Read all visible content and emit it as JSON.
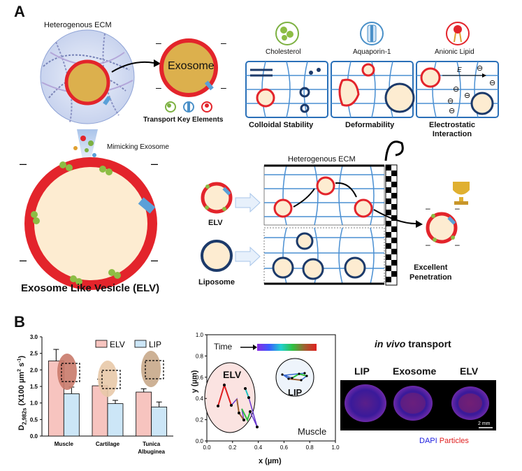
{
  "panelA": {
    "label": "A",
    "ecm_label": "Heterogenous ECM",
    "exosome_label": "Exosome",
    "transport_key_elements": "Transport Key Elements",
    "mimicking_exosome": "Mimicking Exosome",
    "elv_title": "Exosome Like Vesicle (ELV)",
    "icons": [
      {
        "label": "Cholesterol",
        "icon": "cholesterol-icon",
        "color": "#7db142"
      },
      {
        "label": "Aquaporin-1",
        "icon": "aquaporin-icon",
        "color": "#4a90c8"
      },
      {
        "label": "Anionic Lipid",
        "icon": "anionic-lipid-icon",
        "color": "#e02020"
      }
    ],
    "properties": [
      "Colloidal Stability",
      "Deformability",
      "Electrostatic\nInteraction"
    ],
    "ecm_label2": "Heterogenous ECM",
    "elv_row_label": "ELV",
    "liposome_label": "Liposome",
    "excellent_penetration": "Excellent\nPenetration",
    "e_symbol": "E"
  },
  "panelB": {
    "label": "B",
    "bar_chart": {
      "chart_data": {
        "type": "bar",
        "ylabel": "D2,982s (X100 µm² s⁻¹)",
        "ylabel_main": "D",
        "ylabel_sub": "2,982s",
        "ylabel_rest": " (X100 µm",
        "ylabel_sup1": "2",
        "ylabel_mid": " s",
        "ylabel_sup2": "-1",
        "ylabel_end": ")",
        "categories": [
          "Muscle",
          "Cartilage",
          "Tunica\nAlbuginea"
        ],
        "ylim": [
          0,
          3.0
        ],
        "yticks": [
          "0.0",
          "0.5",
          "1.0",
          "1.5",
          "2.0",
          "2.5",
          "3.0"
        ],
        "series": [
          {
            "name": "ELV",
            "values": [
              2.27,
              1.52,
              1.33
            ],
            "errors": [
              0.35,
              0.2,
              0.1
            ],
            "color": "#f7c4bf"
          },
          {
            "name": "LIP",
            "values": [
              1.28,
              0.98,
              0.88
            ],
            "errors": [
              0.2,
              0.1,
              0.15
            ],
            "color": "#cce6f7"
          }
        ]
      }
    },
    "track_chart": {
      "time_label": "Time",
      "xlabel": "x (µm)",
      "ylabel": "y (µm)",
      "xticks": [
        "0.0",
        "0.2",
        "0.4",
        "0.6",
        "0.8",
        "1.0"
      ],
      "yticks": [
        "0.0",
        "0.2",
        "0.4",
        "0.6",
        "0.8",
        "1.0"
      ],
      "elv_label": "ELV",
      "lip_label": "LIP",
      "muscle_label": "Muscle"
    },
    "invivo": {
      "title_italic": "in vivo",
      "title_rest": " transport",
      "labels": [
        "LIP",
        "Exosome",
        "ELV"
      ],
      "scale": "2 mm",
      "dapi": "DAPI",
      "particles": "Particles",
      "dapi_color": "#2020e0",
      "particles_color": "#e02020"
    }
  }
}
